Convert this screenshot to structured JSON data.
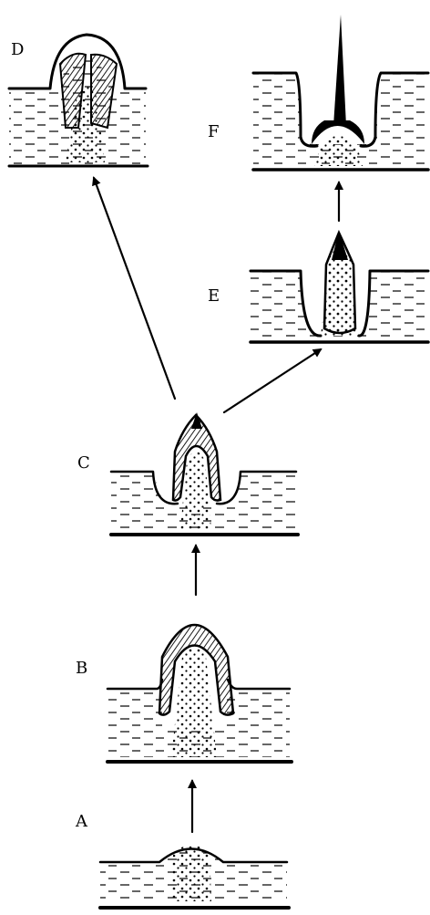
{
  "stages": [
    {
      "id": "A",
      "label": "A"
    },
    {
      "id": "B",
      "label": "B"
    },
    {
      "id": "C",
      "label": "C"
    },
    {
      "id": "D",
      "label": "D"
    },
    {
      "id": "E",
      "label": "E"
    },
    {
      "id": "F",
      "label": "F"
    }
  ],
  "colors": {
    "ink": "#000000",
    "background": "#ffffff"
  }
}
